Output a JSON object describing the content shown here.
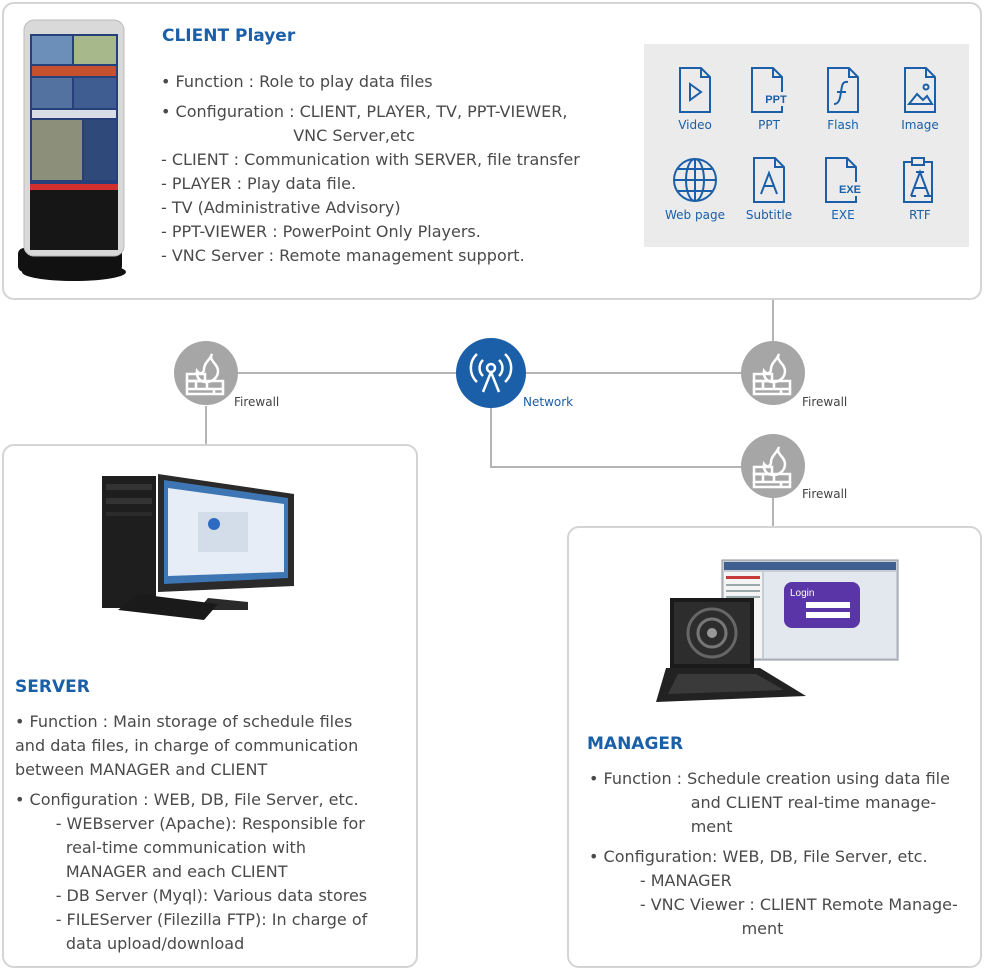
{
  "client": {
    "title": "CLIENT Player",
    "lines": [
      "• Function : Role to play data files",
      "• Configuration : CLIENT, PLAYER, TV, PPT-VIEWER,",
      "                          VNC Server,etc",
      "- CLIENT : Communication with SERVER, file transfer",
      "- PLAYER : Play data file.",
      "- TV (Administrative Advisory)",
      "- PPT-VIEWER : PowerPoint Only Players.",
      "- VNC Server : Remote management support."
    ],
    "file_types": [
      {
        "label": "Video",
        "icon": "video-file-icon"
      },
      {
        "label": "PPT",
        "icon": "ppt-file-icon"
      },
      {
        "label": "Flash",
        "icon": "flash-file-icon"
      },
      {
        "label": "Image",
        "icon": "image-file-icon"
      },
      {
        "label": "Web page",
        "icon": "globe-icon"
      },
      {
        "label": "Subtitle",
        "icon": "subtitle-file-icon"
      },
      {
        "label": "EXE",
        "icon": "exe-file-icon"
      },
      {
        "label": "RTF",
        "icon": "rtf-file-icon"
      }
    ],
    "ppt_badge": "PPT",
    "exe_badge": "EXE"
  },
  "network": {
    "label": "Network",
    "firewall_label": "Firewall"
  },
  "server": {
    "title": "SERVER",
    "lines": [
      "• Function : Main storage of schedule files",
      "and data files, in charge of communication",
      "between MANAGER and CLIENT",
      "• Configuration : WEB, DB, File Server, etc.",
      "        - WEBserver (Apache): Responsible for",
      "          real-time communication with",
      "          MANAGER and each CLIENT",
      "        - DB Server (Myql): Various data stores",
      "        - FILEServer (Filezilla FTP): In charge of",
      "          data upload/download"
    ]
  },
  "manager": {
    "title": "MANAGER",
    "lines": [
      "• Function : Schedule creation using data file",
      "                    and CLIENT real-time manage-",
      "                    ment",
      "• Configuration: WEB, DB, File Server, etc.",
      "          - MANAGER",
      "          - VNC Viewer : CLIENT Remote Manage-",
      "                              ment"
    ],
    "login_text": "Login"
  },
  "colors": {
    "accent": "#1a5fa8",
    "firewall_gray": "#a6a6a6",
    "border": "#d4d4d4"
  }
}
